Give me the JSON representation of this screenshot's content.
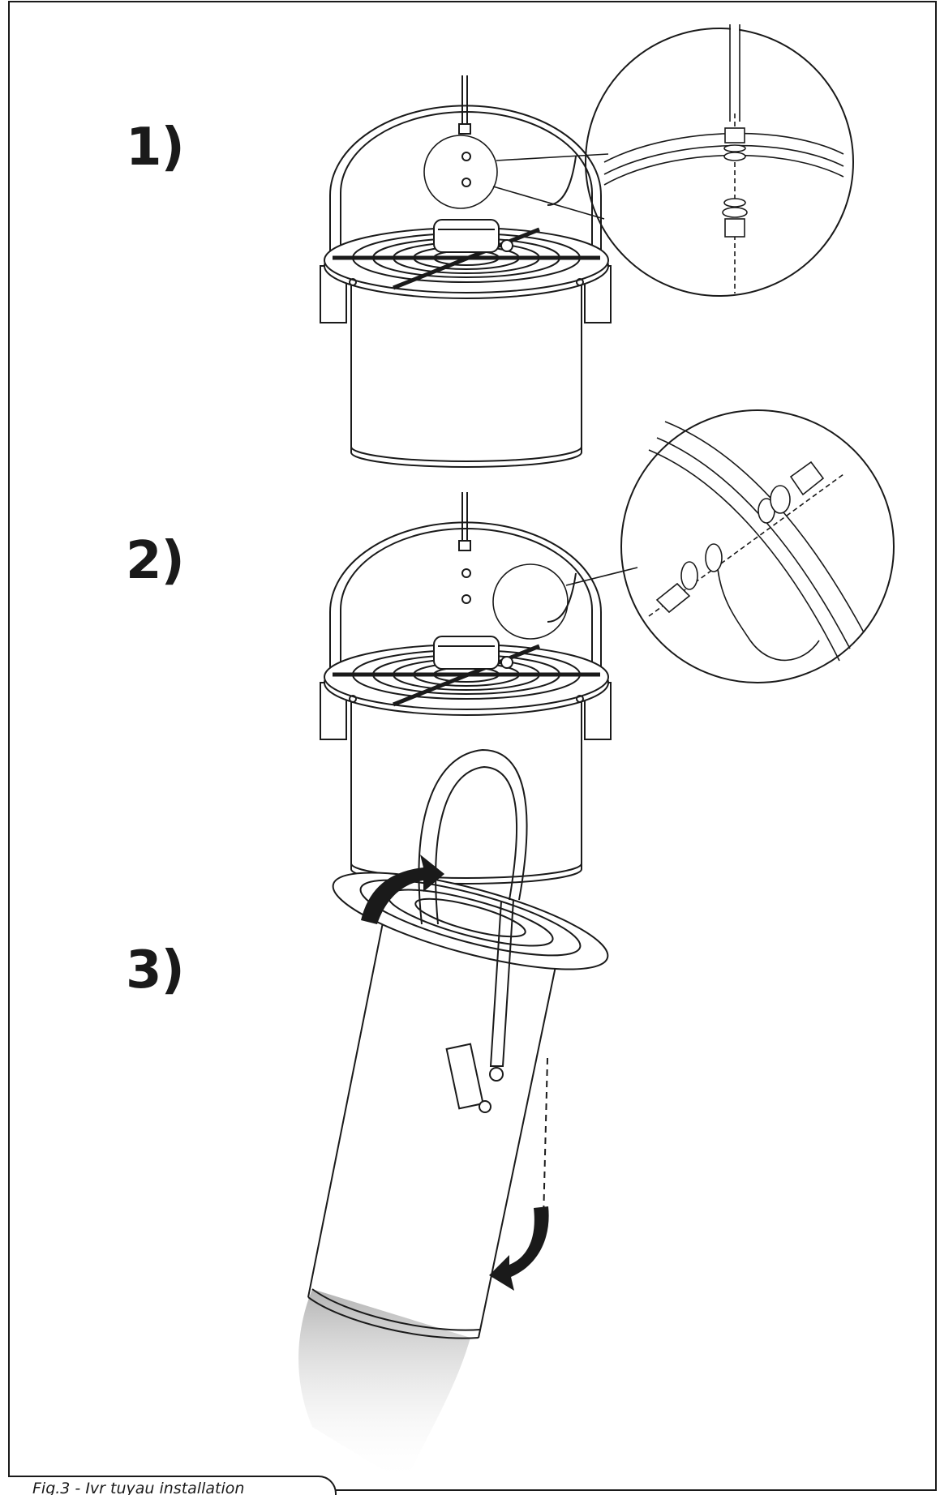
{
  "steps": [
    {
      "label": "1)"
    },
    {
      "label": "2)"
    },
    {
      "label": "3)"
    }
  ],
  "caption": "Fig.3 - Ivr tuyau installation",
  "icons": [
    "fan-unit-icon",
    "detail-magnifier-icon",
    "nut-washer-stack-icon",
    "ground-cable-lug-icon",
    "rotate-arrow-icon"
  ]
}
